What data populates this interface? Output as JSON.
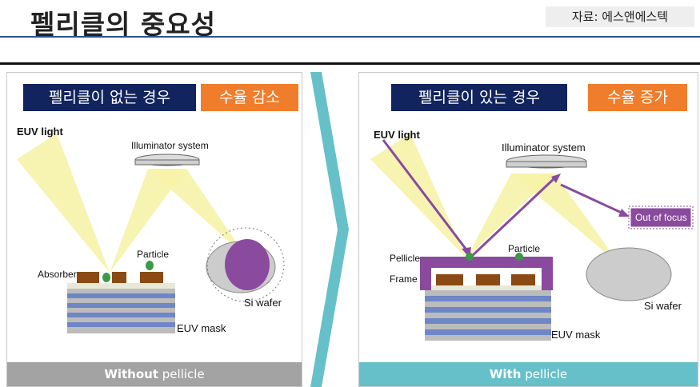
{
  "header": {
    "title": "펠리클의 중요성",
    "source": "자료: 에스앤에스텍"
  },
  "left_panel": {
    "label_condition": "펠리클이 없는 경우",
    "label_result": "수율 감소",
    "footer_bold": "Without",
    "footer_rest": " pellicle",
    "euv_light": "EUV light",
    "illuminator": "Illuminator system",
    "particle": "Particle",
    "absorber": "Absorber",
    "si_wafer": "Si wafer",
    "euv_mask": "EUV mask"
  },
  "right_panel": {
    "label_condition": "펠리클이 있는 경우",
    "label_result": "수율 증가",
    "footer_bold": "With",
    "footer_rest": " pellicle",
    "euv_light": "EUV light",
    "illuminator": "Illuminator system",
    "particle": "Particle",
    "pellicle": "Pellicle",
    "frame": "Frame",
    "out_of_focus": "Out of focus",
    "si_wafer": "Si wafer",
    "euv_mask": "EUV mask"
  },
  "colors": {
    "navy": "#12245e",
    "orange": "#f07d2b",
    "teal": "#66c0c9",
    "purple": "#8a4a9e",
    "light_beam": "#f6f3a8",
    "particle_green": "#3a9a45"
  }
}
